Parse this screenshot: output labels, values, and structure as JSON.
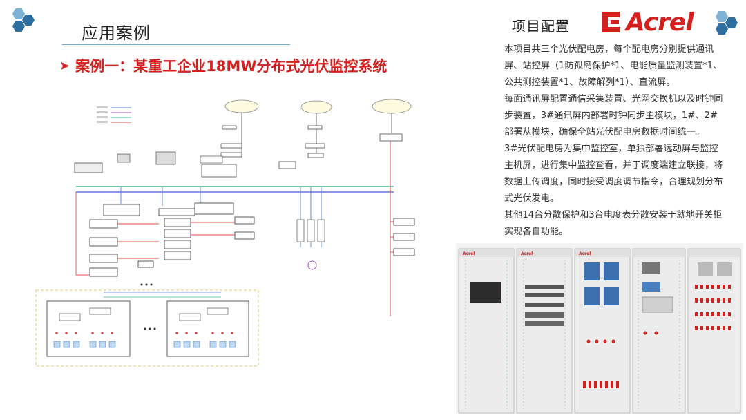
{
  "header": {
    "section_title": "应用案例",
    "case_title": "案例一：某重工企业18MW分布式光伏监控系统"
  },
  "config": {
    "title": "项目配置",
    "logo_text": "Acrel",
    "paragraphs": [
      "本项目共三个光伏配电房，每个配电房分别提供通讯屏、站控屏（1防孤岛保护*1、电能质量监测装置*1、公共测控装置*1、故障解列*1）、直流屏。",
      "每面通讯屏配置通信采集装置、光网交换机以及时钟同步装置，3#通讯屏内部署时钟同步主模块，1#、2#部署从模块，确保全站光伏配电房数据时间统一。",
      "3#光伏配电房为集中监控室，单独部署远动屏与监控主机屏，进行集中监控查看，并于调度端建立联接，将数据上传调度，同时接受调度调节指令，合理规划分布式光伏发电。",
      "其他14台分散保护和3台电度表分散安装于就地开关柜实现各自功能。"
    ]
  },
  "cabinets": {
    "count": 5,
    "brand": "Acrel"
  },
  "colors": {
    "accent_red": "#d3201f",
    "hex_blue": "#2f6f9f",
    "hex_light": "#7fb3d6",
    "bus_green": "#3bb88a",
    "line_red": "#e0484a",
    "line_blue": "#5a7fd6"
  }
}
